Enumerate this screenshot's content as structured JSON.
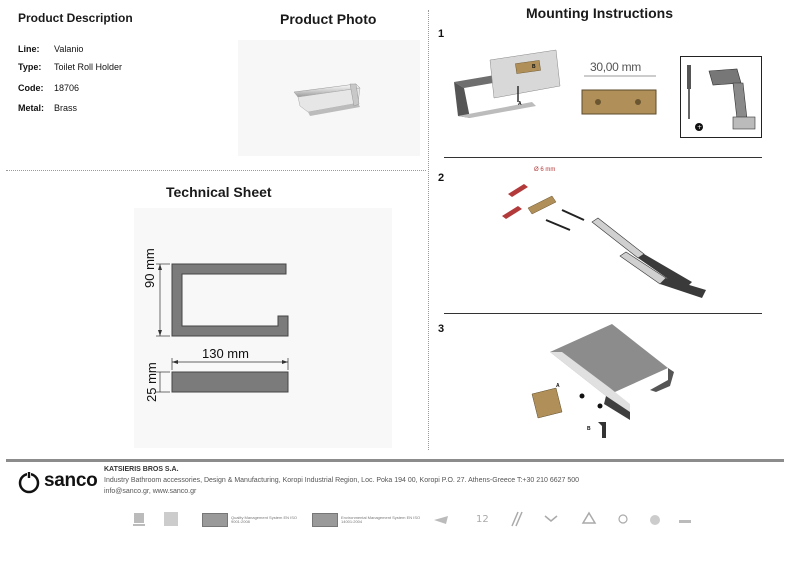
{
  "sections": {
    "product_description": "Product Description",
    "product_photo": "Product Photo",
    "mounting_instructions": "Mounting Instructions",
    "technical_sheet": "Technical Sheet"
  },
  "product": {
    "line_label": "Line:",
    "line_value": "Valanio",
    "type_label": "Type:",
    "type_value": "Toilet Roll Holder",
    "code_label": "Code:",
    "code_value": "18706",
    "metal_label": "Metal:",
    "metal_value": "Brass"
  },
  "technical": {
    "height_dim": "90 mm",
    "width_dim": "130 mm",
    "depth_dim": "25 mm"
  },
  "steps": {
    "s1": "1",
    "s2": "2",
    "s3": "3",
    "bracket_dim": "30,00 mm",
    "drill_dim": "Ø 6 mm",
    "label_a": "A",
    "label_b": "B"
  },
  "footer": {
    "brand": "sanco",
    "company": "KATSIERIS BROS S.A.",
    "address": "Industry Bathroom accessories, Design & Manufacturing, Koropi Industrial Region, Loc. Poka 194 00, Koropi P.O. 27. Athens-Greece   T:+30 210 6627 500",
    "web": "info@sanco.gr, www.sanco.gr",
    "iso9001": "Quality Management System EN ISO 9001:2008",
    "iso14001": "Environmental Management System EN ISO 14001:2004"
  },
  "colors": {
    "metal_dark": "#7a7a7a",
    "metal_light": "#d8d8d8",
    "brass": "#b09058",
    "anchor_red": "#b33a3a"
  }
}
